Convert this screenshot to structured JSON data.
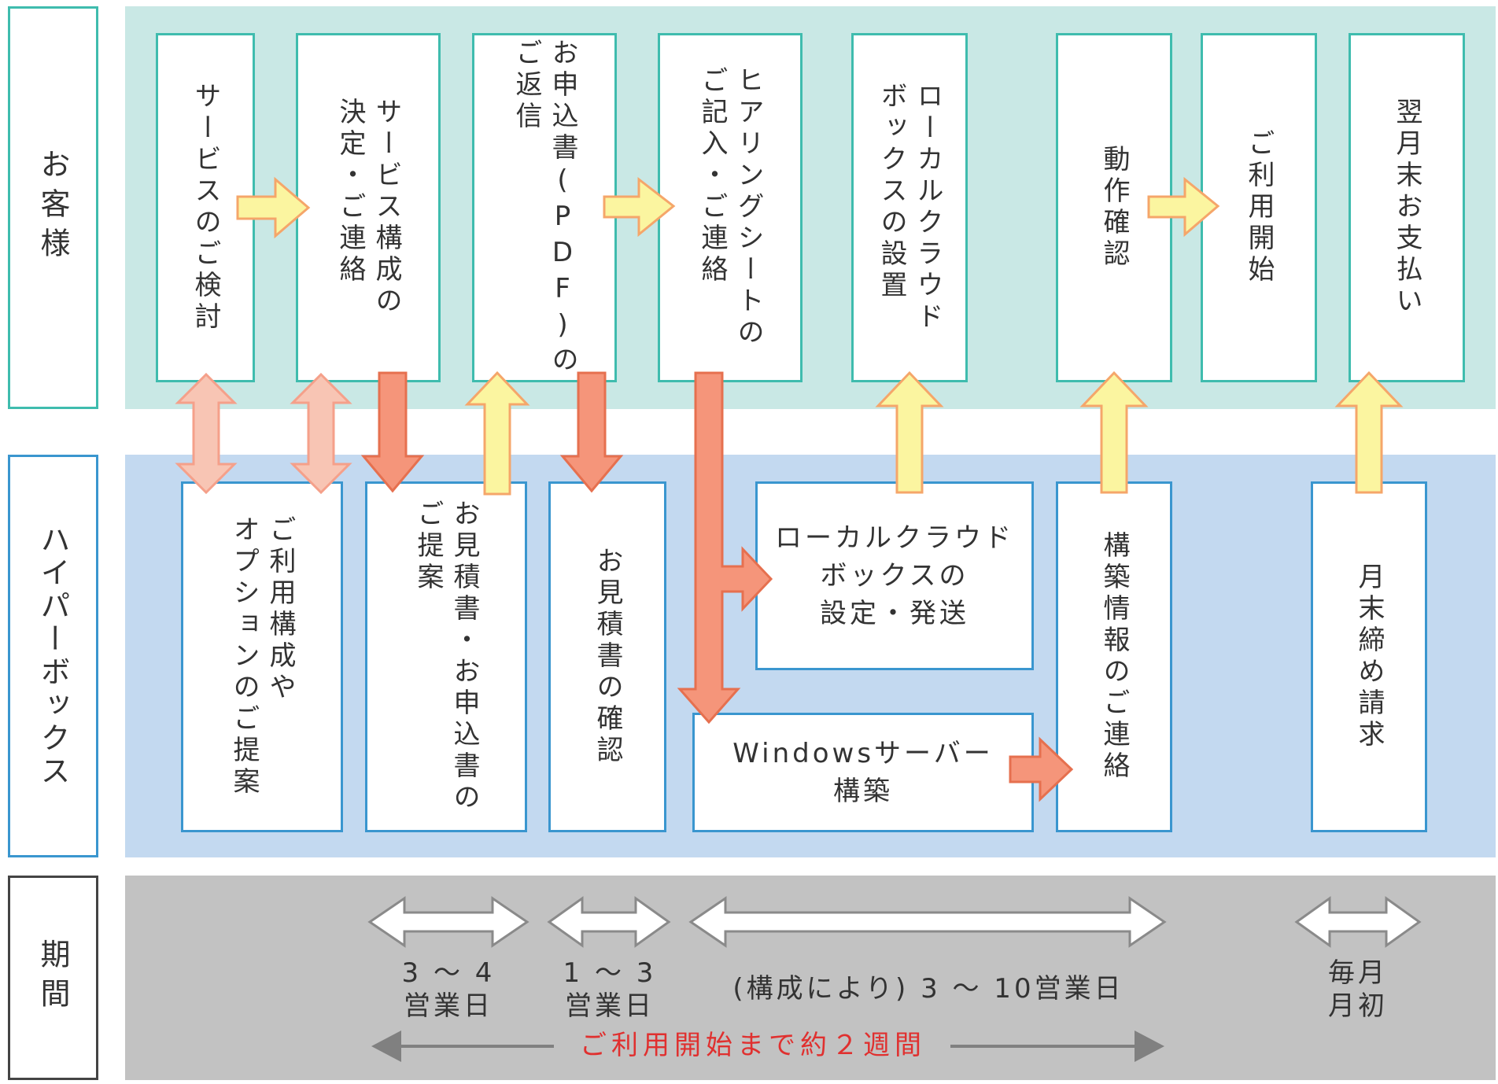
{
  "lanes": {
    "customer": "お客様",
    "hyperbox": "ハイパーボックス",
    "period": "期間"
  },
  "customer_steps": [
    "サービスのご検討",
    "サービス構成の\n決定・ご連絡",
    "お申込書(PDF)の\nご返信",
    "ヒアリングシートの\nご記入・ご連絡",
    "ローカルクラウド\nボックスの設置",
    "動作確認",
    "ご利用開始",
    "翌月末お支払い"
  ],
  "hyperbox_steps": {
    "proposal": "ご利用構成や\nオプションのご提案",
    "quote": "お見積書・お申込書の\nご提案",
    "confirm": "お見積書の確認",
    "local_box": "ローカルクラウド\nボックスの\n設定・発送",
    "windows": "Windowsサーバー\n構築",
    "build_info": "構築情報のご連絡",
    "billing": "月末締め請求"
  },
  "period": {
    "p1": "3 〜 4\n営業日",
    "p2": "1 〜 3\n営業日",
    "p3": "(構成により) 3 〜 10営業日",
    "p4": "毎月\n月初",
    "total": "ご利用開始まで約２週間"
  },
  "colors": {
    "customer_band": "#c9e8e5",
    "hyperbox_band": "#c3d9f0",
    "period_band": "#c2c2c2",
    "customer_border": "#3fbcae",
    "hyperbox_border": "#3a96cf",
    "arrow_yellow": "#fbf5a0",
    "arrow_orange": "#f5957a",
    "arrow_pink": "#f8c5b4",
    "total_text": "#e0302f"
  }
}
